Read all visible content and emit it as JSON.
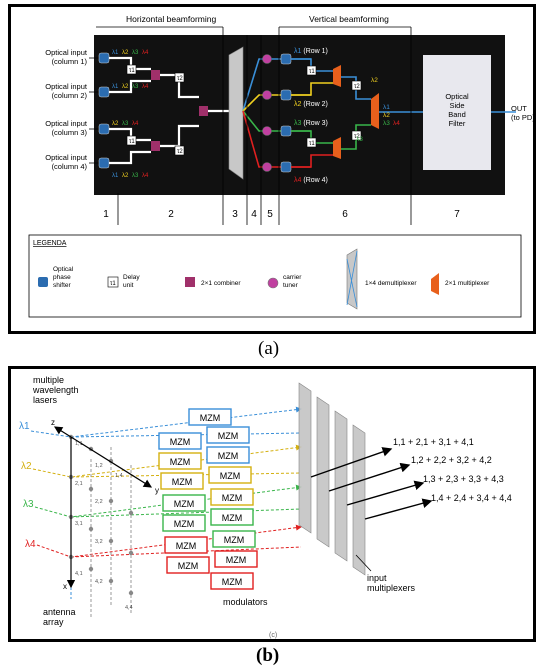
{
  "figure_a": {
    "caption": "(a)",
    "headers": {
      "horizontal": "Horizontal beamforming",
      "vertical": "Vertical beamforming"
    },
    "inputs": [
      "Optical input\n(column 1)",
      "Optical input\n(column 2)",
      "Optical input\n(column 3)",
      "Optical input\n(column 4)"
    ],
    "rows": [
      "(Row 1)",
      "(Row 2)",
      "(Row 3)",
      "(Row 4)"
    ],
    "filter_label": "Optical\nSide\nBand\nFilter",
    "out_label": "OUT\n(to PD)",
    "sections": [
      "1",
      "2",
      "3",
      "4",
      "5",
      "6",
      "7"
    ],
    "legend": {
      "title": "LEGENDA",
      "items": [
        "Optical\nphase\nshifter",
        "Delay\nunit",
        "2×1 combiner",
        "carrier\ntuner",
        "1×4 demultiplexer",
        "2×1 multiplexer"
      ]
    },
    "delay_symbols": [
      "τ1",
      "τ2"
    ],
    "lambda_labels": [
      "λ1",
      "λ2",
      "λ3",
      "λ4"
    ],
    "colors": {
      "l1": "#3a8fd8",
      "l2": "#f0d020",
      "l3": "#39b54a",
      "l4": "#e02020",
      "combiner": "#a0306a",
      "mux": "#e8601c",
      "shifter": "#2b6cb0"
    }
  },
  "figure_b": {
    "caption": "(b)",
    "lasers_label": "multiple\nwavelength\nlasers",
    "lambda_labels": [
      "λ1",
      "λ2",
      "λ3",
      "λ4"
    ],
    "mzm_label": "MZM",
    "modulators_label": "modulators",
    "antenna_label": "antenna\narray",
    "mux_label": "input\nmultiplexers",
    "outputs": [
      "1,1 + 2,1 + 3,1 + 4,1",
      "1,2 + 2,2 + 3,2 + 4,2",
      "1,3 + 2,3 + 3,3 + 4,3",
      "1,4 + 2,4 + 3,4 + 4,4"
    ],
    "axes": [
      "z",
      "y",
      "x"
    ],
    "element_labels": [
      "1,1",
      "1,2",
      "2,1",
      "2,2",
      "3,1",
      "3,2",
      "4,1",
      "4,2",
      "1,4",
      "4,4"
    ],
    "footer": "(c)"
  }
}
